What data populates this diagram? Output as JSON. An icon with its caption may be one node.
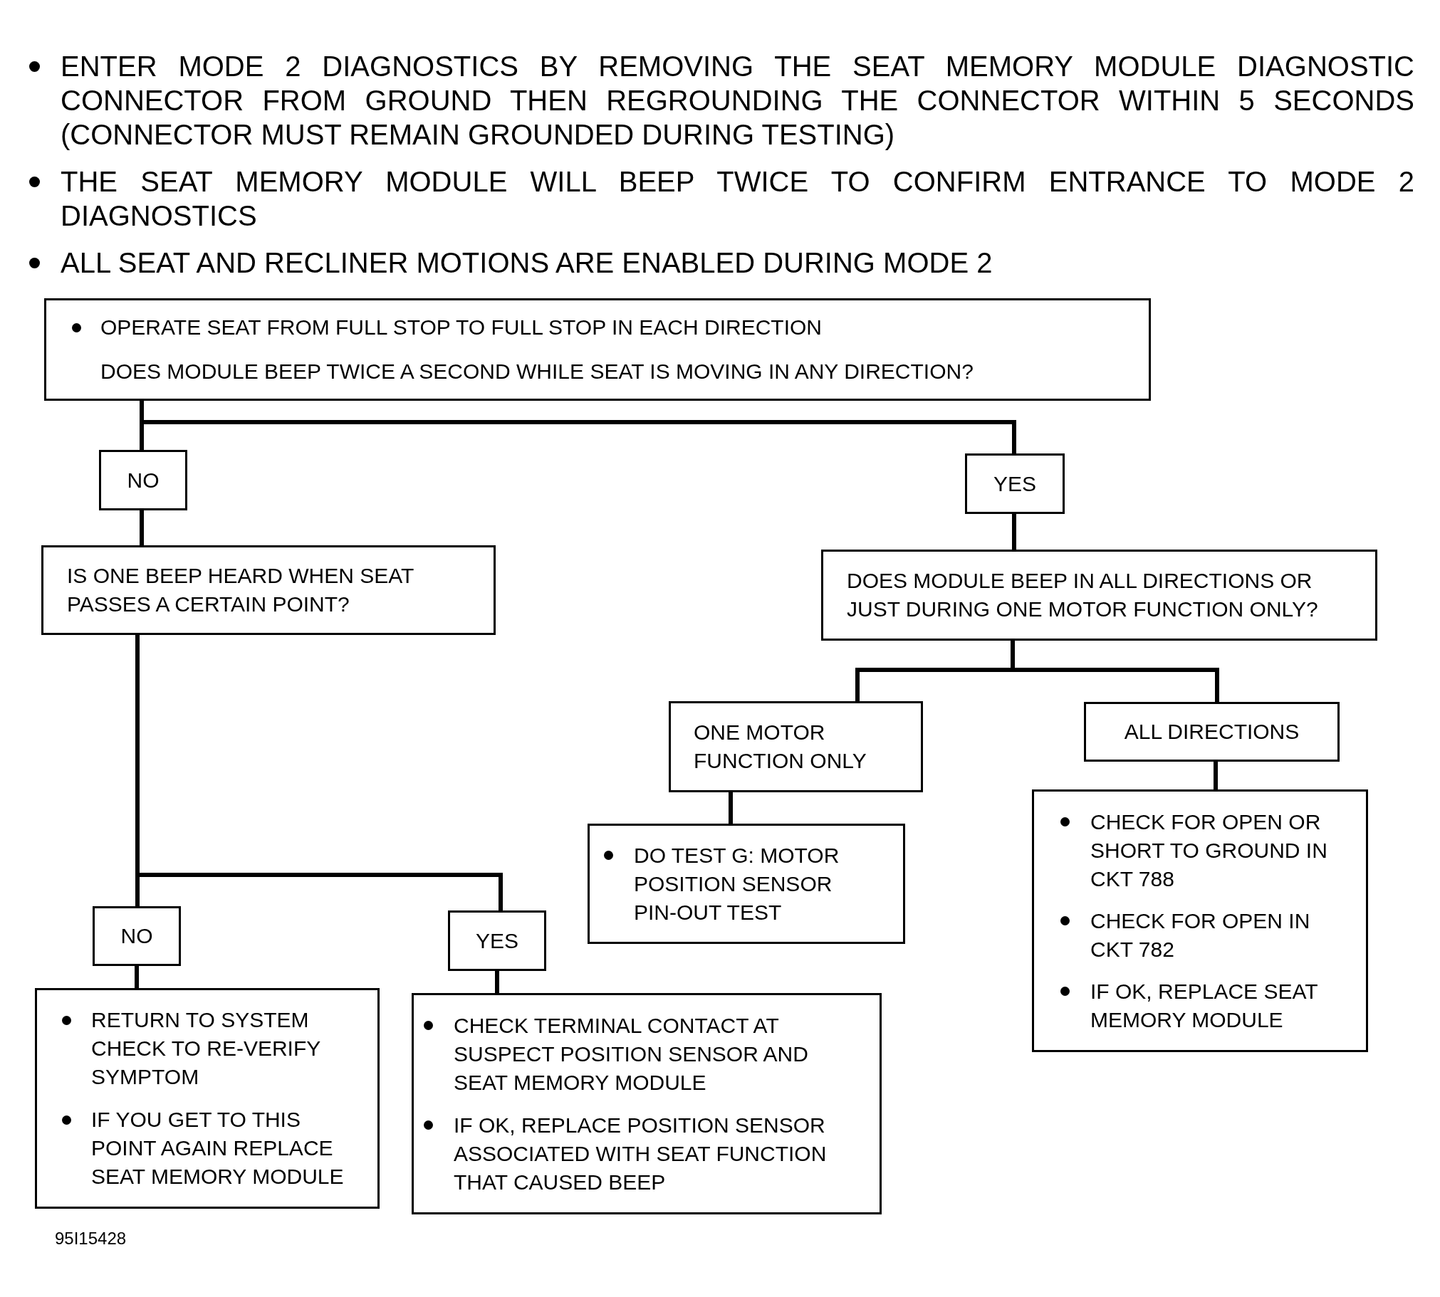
{
  "diagram": {
    "nodes": [
      {
        "text": [
          "OPERATE SEAT FROM FULL STOP TO FULL STOP IN EACH DIRECTION",
          "DOES MODULE BEEP TWICE A SECOND WHILE SEAT IS MOVING IN ANY DIRECTION?"
        ]
      },
      {
        "text": [
          "NO"
        ]
      },
      {
        "text": [
          "YES"
        ]
      },
      {
        "text": [
          "IS ONE BEEP HEARD WHEN SEAT PASSES A CERTAIN POINT?"
        ]
      },
      {
        "text": [
          "DOES MODULE BEEP IN ALL DIRECTIONS OR JUST DURING ONE MOTOR FUNCTION ONLY?"
        ]
      },
      {
        "text": [
          "ONE MOTOR FUNCTION ONLY"
        ]
      },
      {
        "text": [
          "ALL DIRECTIONS"
        ]
      },
      {
        "text": [
          "DO TEST G: MOTOR POSITION SENSOR PIN-OUT TEST"
        ]
      },
      {
        "text": [
          "CHECK FOR OPEN OR SHORT TO GROUND IN CKT 788",
          "CHECK FOR OPEN IN CKT 782",
          "IF OK, REPLACE SEAT MEMORY MODULE"
        ]
      },
      {
        "text": [
          "NO"
        ]
      },
      {
        "text": [
          "YES"
        ]
      },
      {
        "text": [
          "RETURN TO SYSTEM CHECK TO RE-VERIFY SYMPTOM",
          "IF YOU GET TO THIS POINT AGAIN REPLACE SEAT MEMORY MODULE"
        ]
      },
      {
        "text": [
          "CHECK TERMINAL CONTACT AT SUSPECT POSITION SENSOR AND SEAT MEMORY MODULE",
          "IF OK, REPLACE POSITION SENSOR ASSOCIATED WITH SEAT FUNCTION THAT CAUSED BEEP"
        ]
      }
    ],
    "edges": [
      {
        "from": 0,
        "to": 1,
        "arrow": "none"
      },
      {
        "from": 0,
        "to": 2,
        "arrow": "none"
      },
      {
        "from": 1,
        "to": 3,
        "arrow": "none"
      },
      {
        "from": 2,
        "to": 4,
        "arrow": "none"
      },
      {
        "from": 4,
        "to": 5,
        "arrow": "none"
      },
      {
        "from": 4,
        "to": 6,
        "arrow": "none"
      },
      {
        "from": 5,
        "to": 7,
        "arrow": "none"
      },
      {
        "from": 6,
        "to": 8,
        "arrow": "none"
      },
      {
        "from": 3,
        "to": 9,
        "arrow": "none"
      },
      {
        "from": 3,
        "to": 10,
        "arrow": "none"
      },
      {
        "from": 9,
        "to": 11,
        "arrow": "none"
      },
      {
        "from": 10,
        "to": 12,
        "arrow": "none"
      }
    ],
    "labels": [
      "ENTER MODE 2 DIAGNOSTICS BY REMOVING THE SEAT MEMORY MODULE DIAGNOSTIC CONNECTOR FROM GROUND THEN REGROUNDING THE CONNECTOR WITHIN 5 SECONDS (CONNECTOR MUST REMAIN GROUNDED DURING TESTING)",
      "THE SEAT MEMORY MODULE WILL BEEP TWICE TO CONFIRM ENTRANCE TO MODE 2 DIAGNOSTICS",
      "ALL SEAT AND RECLINER MOTIONS ARE ENABLED DURING MODE 2",
      "95I15428"
    ]
  }
}
